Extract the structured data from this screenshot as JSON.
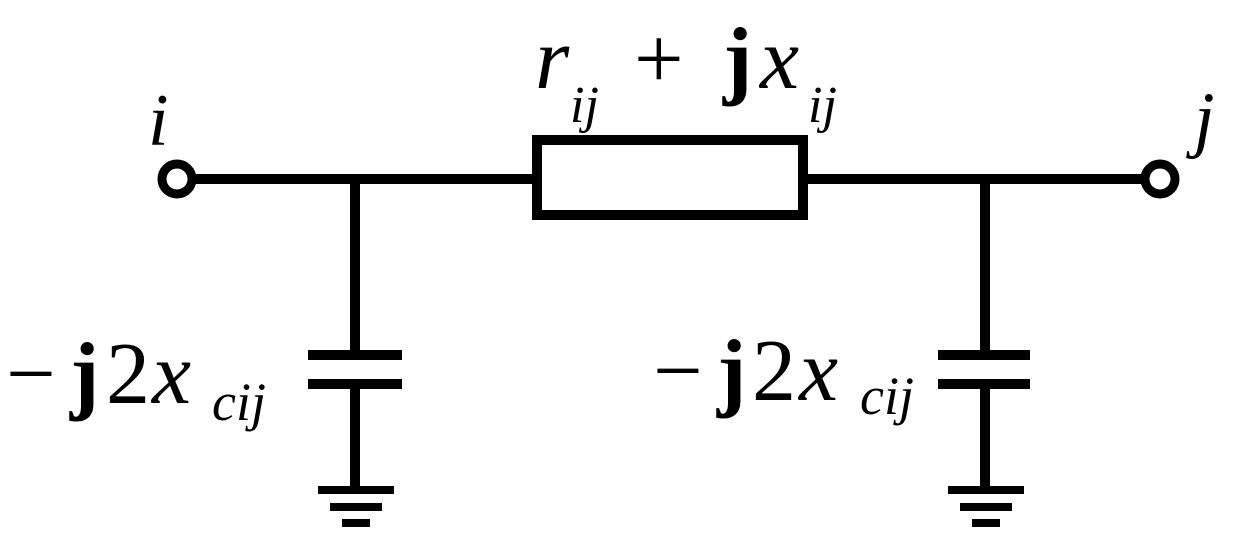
{
  "labels": {
    "node_i": "i",
    "node_j": "j",
    "impedance": {
      "r": "r",
      "r_sub": "ij",
      "plus": "+",
      "j": "j",
      "x": "x",
      "x_sub": "ij"
    },
    "shunt_left": {
      "minus": "−",
      "j": "j",
      "coef": "2",
      "x": "x",
      "sub": "cij"
    },
    "shunt_right": {
      "minus": "−",
      "j": "j",
      "coef": "2",
      "x": "x",
      "sub": "cij"
    }
  },
  "colors": {
    "line": "#000000",
    "background": "#ffffff"
  }
}
